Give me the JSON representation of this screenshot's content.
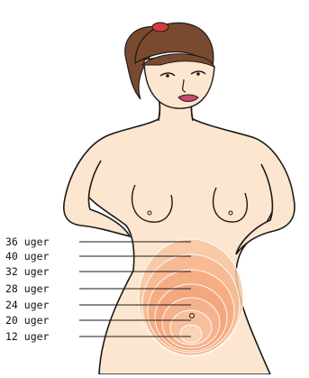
{
  "diagram": {
    "labels": [
      {
        "id": "w36",
        "text": "36 uger"
      },
      {
        "id": "w40",
        "text": "40 uger"
      },
      {
        "id": "w32",
        "text": "32 uger"
      },
      {
        "id": "w28",
        "text": "28 uger"
      },
      {
        "id": "w24",
        "text": "24 uger"
      },
      {
        "id": "w20",
        "text": "20 uger"
      },
      {
        "id": "w12",
        "text": "12 uger"
      }
    ],
    "colors": {
      "skin": "#fde6cf",
      "outline": "#1a1a1a",
      "hair": "#7a4a30",
      "scrunchie": "#d43a3a",
      "lips": "#c94b6b",
      "uterus_outer": "#f7c4a0",
      "uterus_inner": "#f4a77e"
    }
  }
}
